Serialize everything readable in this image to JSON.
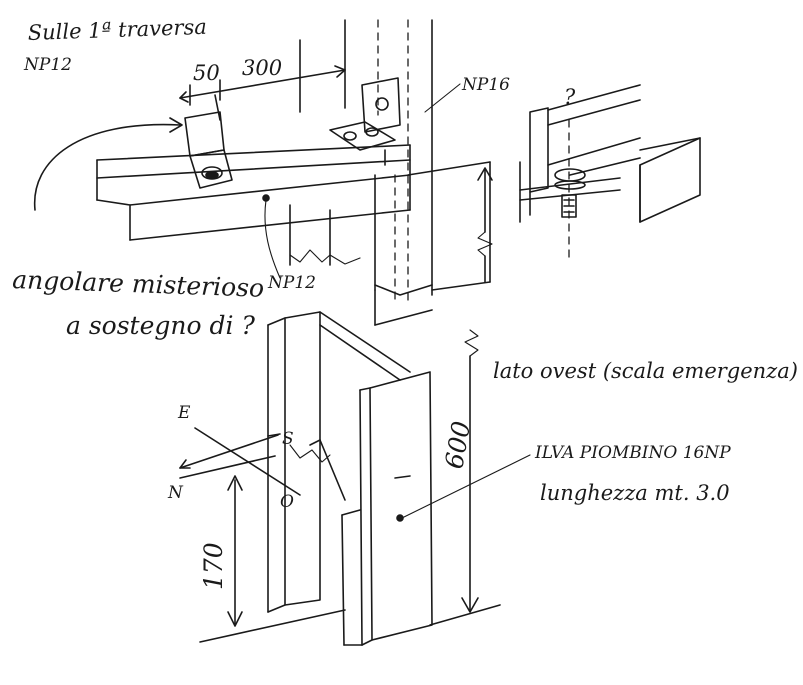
{
  "labels": {
    "title_line1": "Sulle 1ª traversa",
    "title_line2": "NP12",
    "dim_50": "50",
    "dim_300": "300",
    "np16": "NP16",
    "question_top": "?",
    "np12": "NP12",
    "angolare_line1": "angolare misterioso",
    "angolare_line2": "a sostegno di ?",
    "lato_ovest": "lato ovest (scala emergenza)",
    "dim_600": "600",
    "ilva": "ILVA PIOMBINO 16NP",
    "lunghezza": "lunghezza mt. 3.0",
    "compass_e": "E",
    "compass_s": "S",
    "compass_n": "N",
    "compass_o": "O",
    "dim_170": "170"
  }
}
